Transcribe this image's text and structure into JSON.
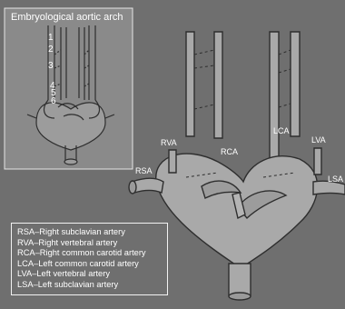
{
  "inset": {
    "title": "Embryological aortic arch",
    "numbers": [
      "1",
      "2",
      "3",
      "4",
      "5",
      "6"
    ]
  },
  "labels": {
    "rsa": "RSA",
    "rva": "RVA",
    "rca": "RCA",
    "lca": "LCA",
    "lva": "LVA",
    "lsa": "LSA"
  },
  "legend": [
    "RSA–Right subclavian artery",
    "RVA–Right vertebral artery",
    "RCA–Right common carotid artery",
    "LCA–Left common carotid artery",
    "LVA–Left vertebral artery",
    "LSA–Left subclavian artery"
  ],
  "colors": {
    "background": "#6f6f6f",
    "inset_background": "#8a8a8a",
    "vessel_fill": "#a9a9a9",
    "vessel_outline": "#2e2e2e",
    "text": "#ffffff"
  }
}
